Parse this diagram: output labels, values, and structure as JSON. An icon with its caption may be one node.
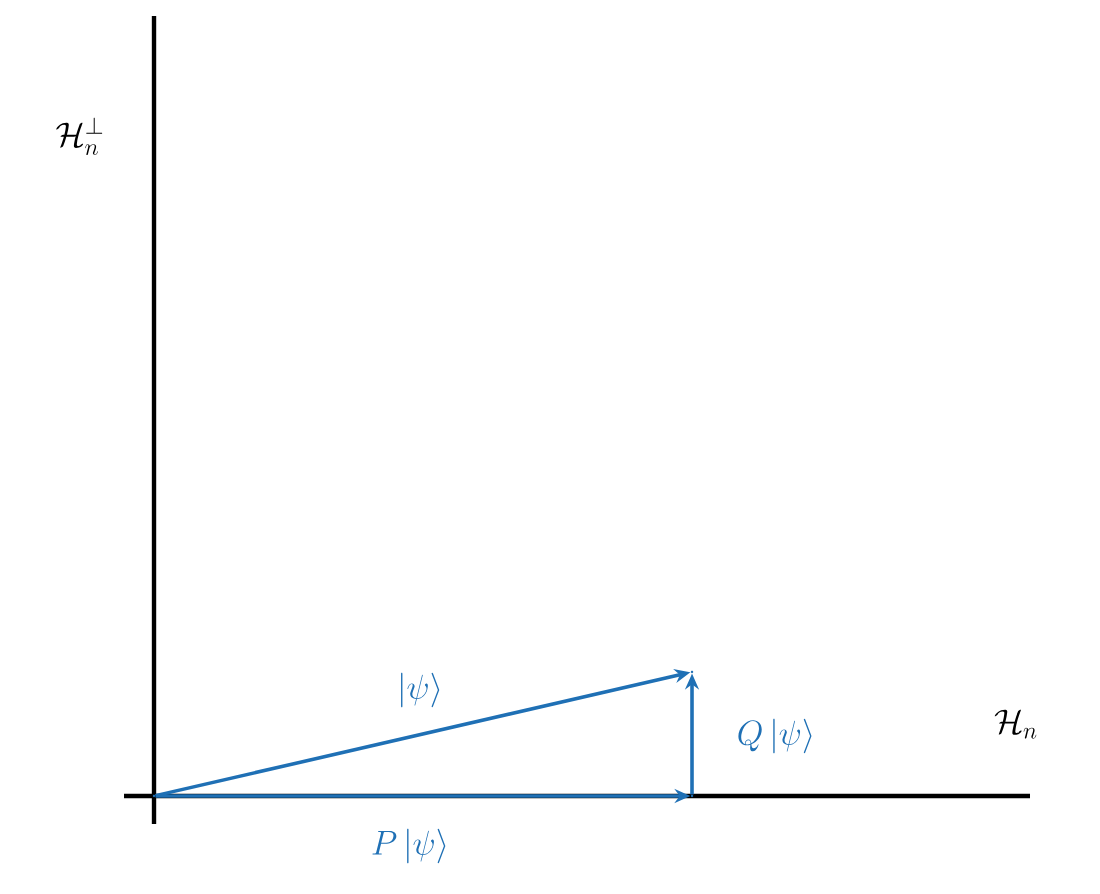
{
  "diagram": {
    "nodes": [
      {
        "text": [],
        "shape": "point"
      },
      {
        "text": [],
        "shape": "point"
      },
      {
        "text": [],
        "shape": "point"
      }
    ],
    "edges": [
      {
        "from": 0,
        "to": 2,
        "arrow": "to",
        "label": "|\\psi\\rangle"
      },
      {
        "from": 0,
        "to": 1,
        "arrow": "to",
        "label": "P\\,|\\psi\\rangle"
      },
      {
        "from": 1,
        "to": 2,
        "arrow": "to",
        "label": "Q\\,|\\psi\\rangle"
      }
    ],
    "labels": [
      "\\mathcal{H}_n^{\\perp}",
      "\\mathcal{H}_n"
    ]
  }
}
